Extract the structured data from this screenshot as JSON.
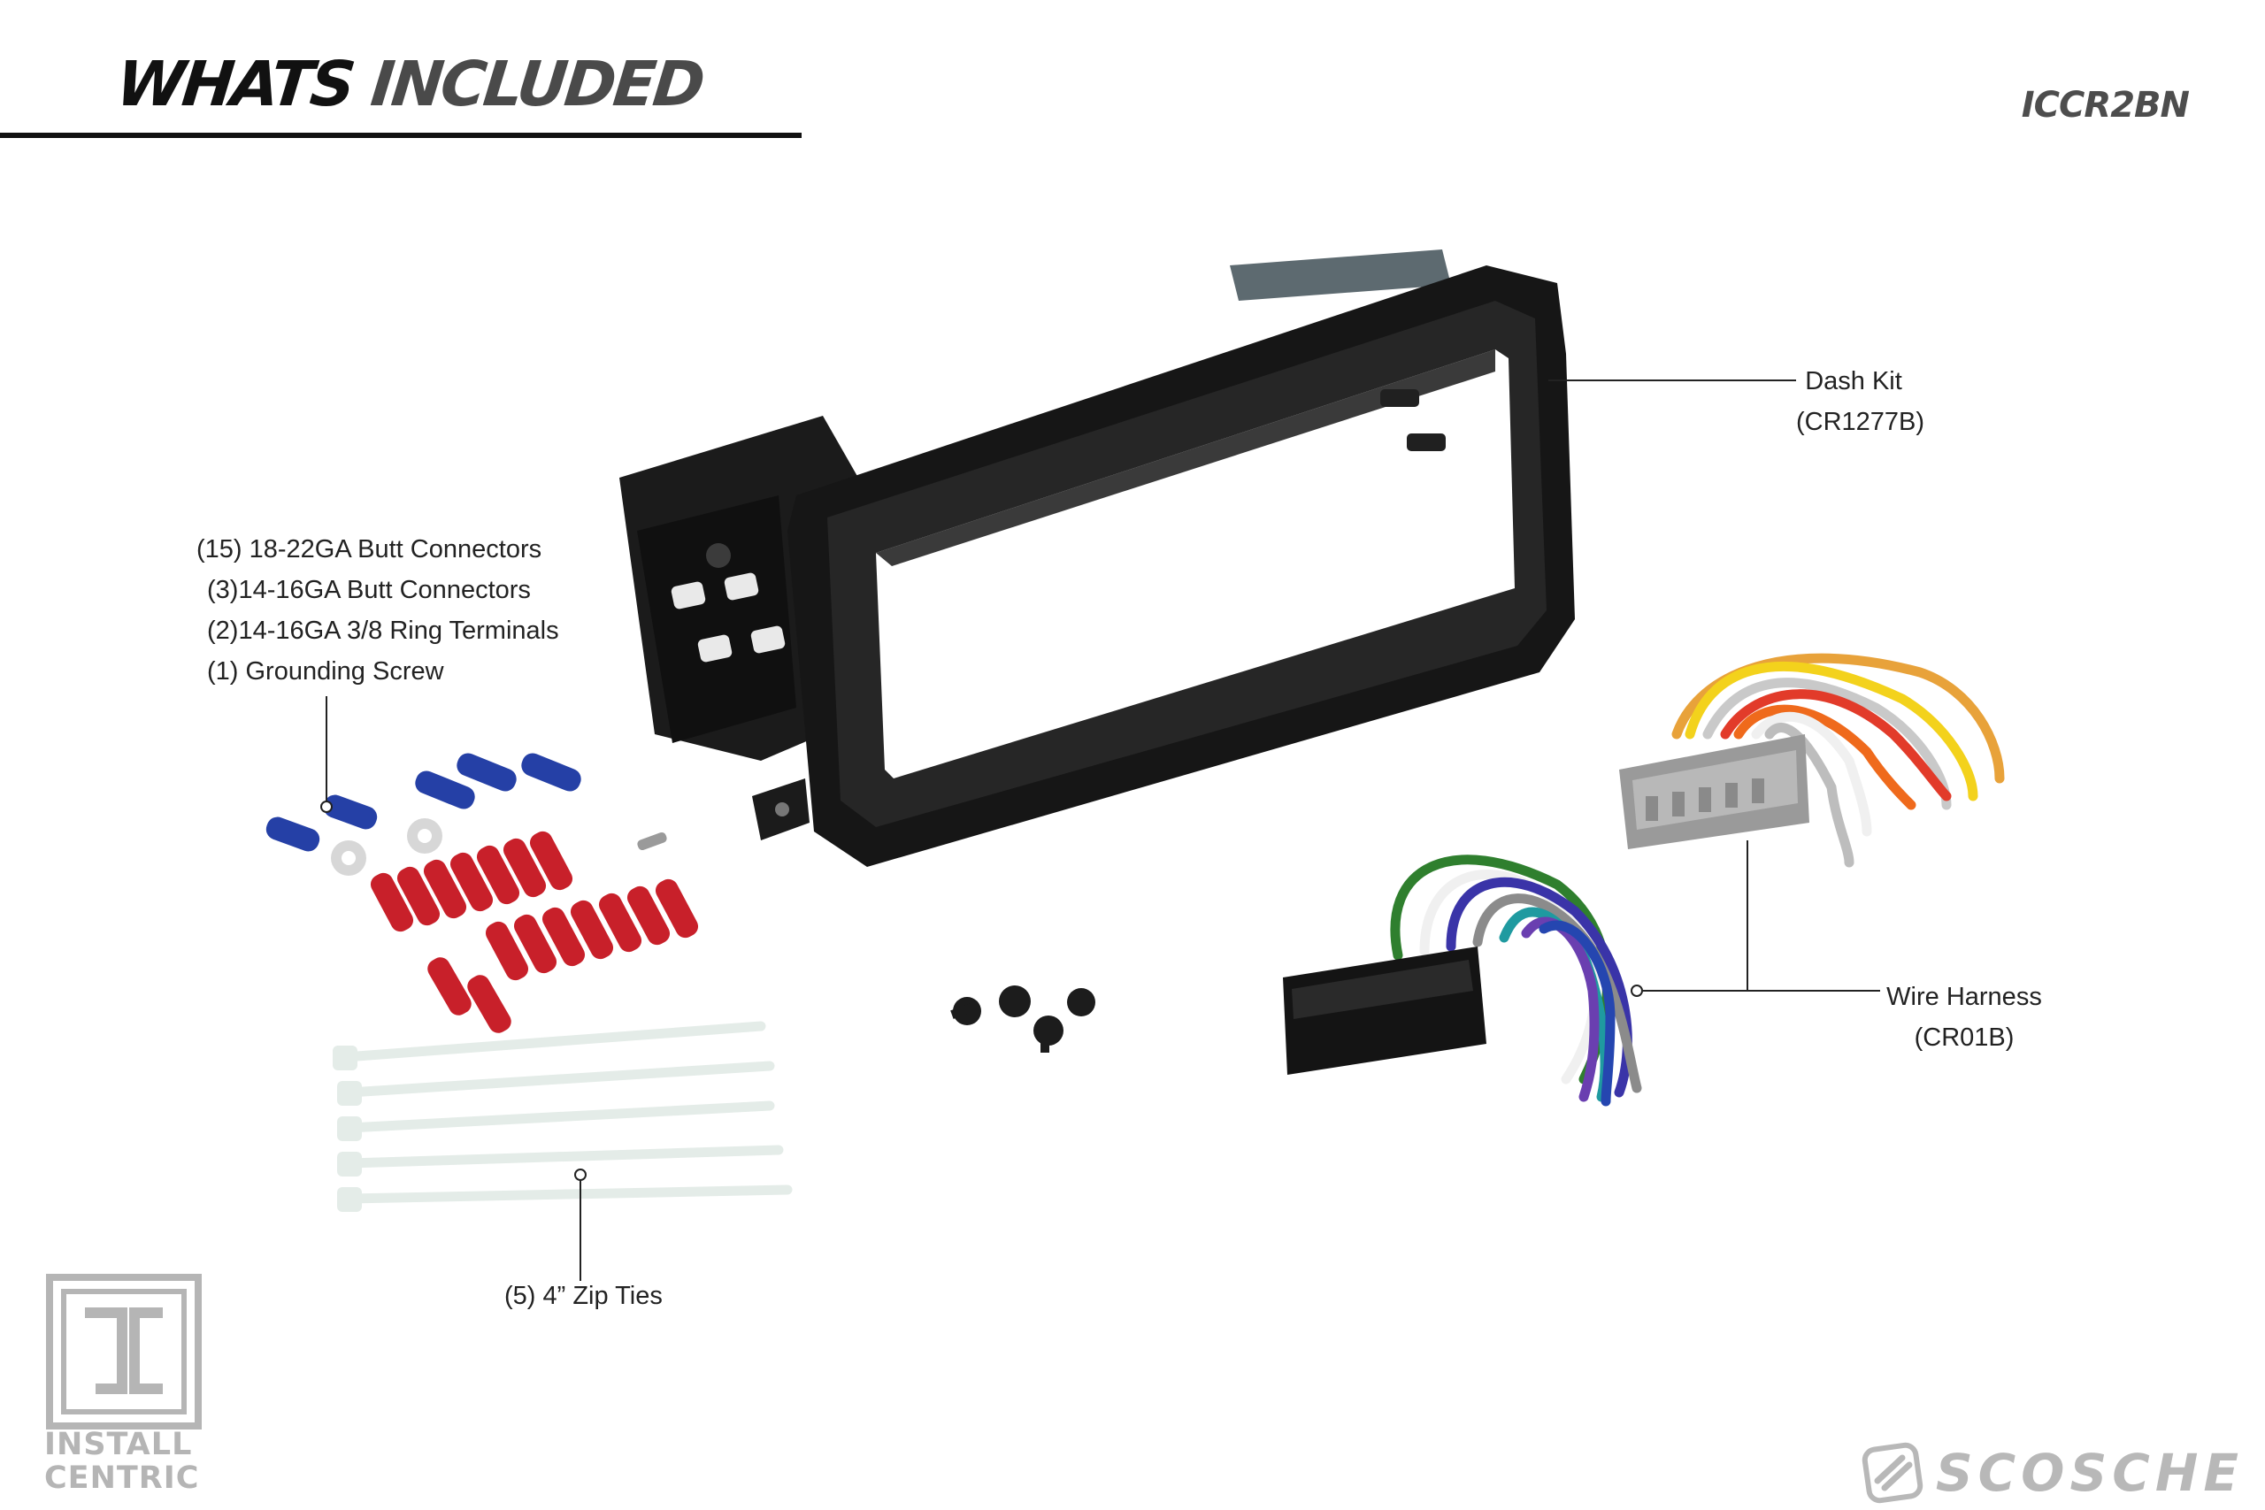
{
  "header": {
    "title_word1": "WHATS",
    "title_word2": "INCLUDED",
    "model": "ICCR2BN"
  },
  "parts": {
    "connectors": [
      "(15) 18-22GA Butt Connectors",
      "(3)14-16GA Butt Connectors",
      "(2)14-16GA 3/8 Ring Terminals",
      "(1) Grounding Screw"
    ],
    "dash_kit": {
      "name": "Dash Kit",
      "code": "(CR1277B)"
    },
    "wire_harness": {
      "name": "Wire Harness",
      "code": "(CR01B)"
    },
    "zip_ties": "(5) 4” Zip Ties"
  },
  "brand": {
    "logo_line1": "INSTALL",
    "logo_line2": "CENTRIC",
    "maker": "SCOSCHE"
  },
  "colors": {
    "accent_dark": "#111111",
    "label_text": "#222222",
    "logo_gray": "#b5b5b5",
    "butt_red": "#c8202a",
    "butt_blue": "#2540a6",
    "harness_gray": "#9a9a9a"
  },
  "icons": [
    "install-centric-logo-icon",
    "scosche-logo-icon"
  ]
}
